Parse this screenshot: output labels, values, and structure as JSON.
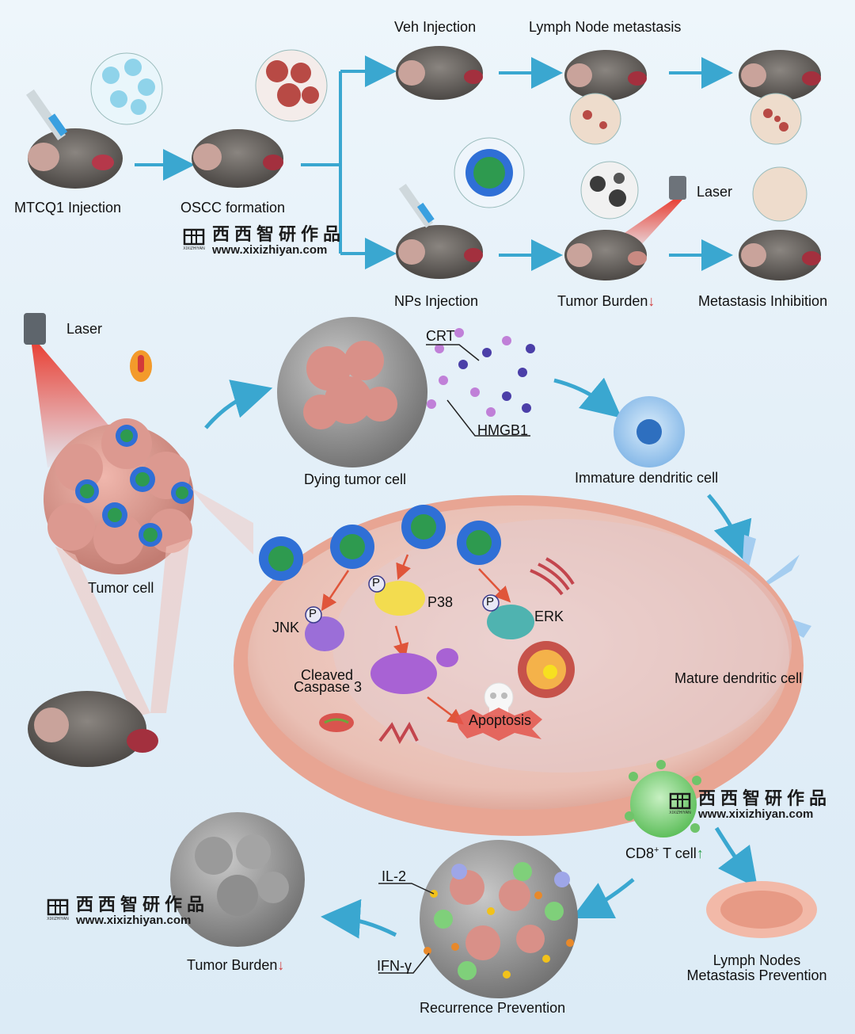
{
  "top_panel": {
    "mtcq1_injection": "MTCQ1 Injection",
    "oscc_formation": "OSCC formation",
    "veh_injection": "Veh Injection",
    "lymph_node_metastasis": "Lymph Node metastasis",
    "laser_top": "Laser",
    "nps_injection": "NPs Injection",
    "tumor_burden_top": "Tumor Burden",
    "metastasis_inhibition": "Metastasis Inhibition"
  },
  "middle_panel": {
    "laser_left": "Laser",
    "crt": "CRT",
    "hmgb1": "HMGB1",
    "dying_tumor_cell": "Dying tumor cell",
    "immature_dendritic_cell": "Immature dendritic cell",
    "tumor_cell": "Tumor cell",
    "mature_dendritic_cell": "Mature dendritic cell",
    "p_label": "P",
    "p38": "P38",
    "jnk": "JNK",
    "erk": "ERK",
    "cleaved_line1": "Cleaved",
    "cleaved_line2": "Caspase 3",
    "apoptosis": "Apoptosis"
  },
  "bottom_panel": {
    "cd8_prefix": "CD8",
    "cd8_sup": "+",
    "cd8_suffix": " T cell",
    "il2": "IL-2",
    "ifn": "IFN-γ",
    "tumor_burden_bottom": "Tumor Burden",
    "recurrence_prevention": "Recurrence Prevention",
    "lymph_line1": "Lymph Nodes",
    "lymph_line2": "Metastasis Prevention"
  },
  "arrows": {
    "down": "↓",
    "up": "↑"
  },
  "watermark": {
    "name": "西西智研作品",
    "url": "www.xixizhiyan.com",
    "logo_glyph": "西西智研",
    "logo_sub": "XIXIZHIYAN"
  },
  "colors": {
    "flow_arrow": "#3aa7d0",
    "signal_arrow": "#e0553a",
    "tumor_pink": "#d99088",
    "membrane": "#e8a593",
    "liposome_blue": "#2f6fd6",
    "liposome_core": "#2e9a4f",
    "dc_blue": "#9ec9ef",
    "tcell_green": "#7fd07a",
    "laser_red": "#e83a2e"
  }
}
